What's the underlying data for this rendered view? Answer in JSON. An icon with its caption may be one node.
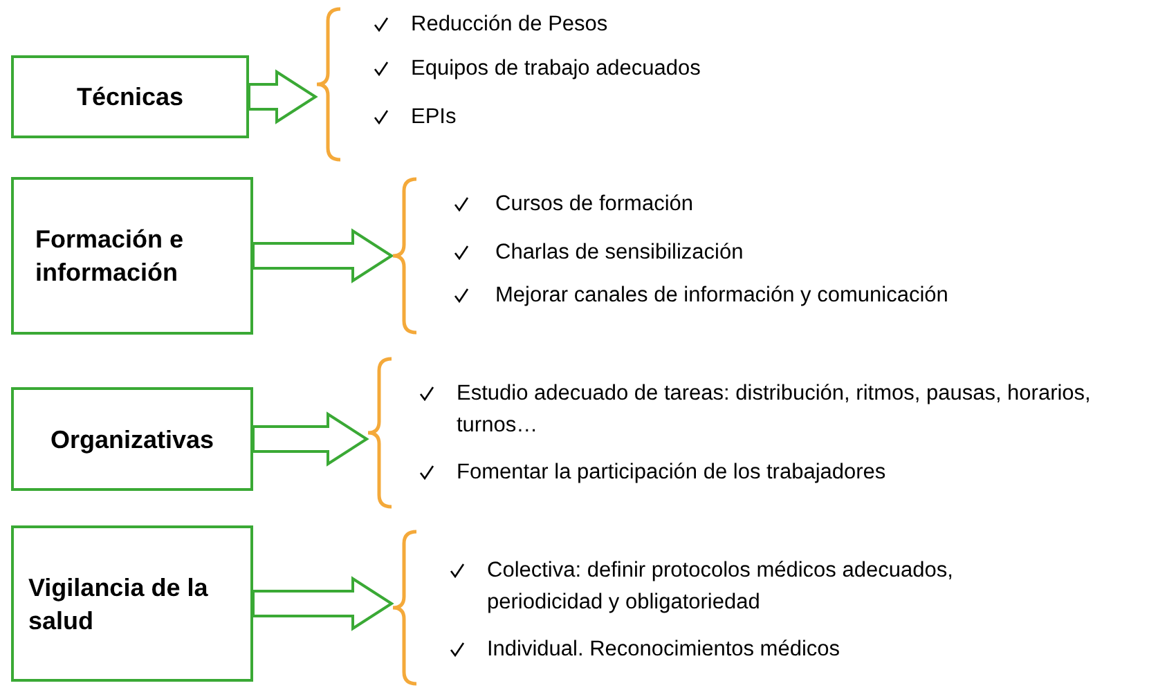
{
  "diagram": {
    "nodes": [
      {
        "text": [
          "Técnicas"
        ]
      },
      {
        "text": [
          "Reducción de Pesos",
          "Equipos de trabajo adecuados",
          "EPIs"
        ]
      },
      {
        "text": [
          "Formación e información"
        ]
      },
      {
        "text": [
          "Cursos de formación",
          "Charlas de sensibilización",
          "Mejorar canales de información y comunicación"
        ]
      },
      {
        "text": [
          "Organizativas"
        ]
      },
      {
        "text": [
          "Estudio adecuado de tareas: distribución, ritmos, pausas, horarios, turnos…",
          "Fomentar la participación de los trabajadores"
        ]
      },
      {
        "text": [
          "Vigilancia de la salud"
        ]
      },
      {
        "text": [
          "Colectiva: definir protocolos médicos adecuados, periodicidad y obligatoriedad",
          "Individual. Reconocimientos médicos"
        ]
      }
    ],
    "edges": [
      {
        "from": 0,
        "to": 1,
        "arrow": "to"
      },
      {
        "from": 2,
        "to": 3,
        "arrow": "to"
      },
      {
        "from": 4,
        "to": 5,
        "arrow": "to"
      },
      {
        "from": 6,
        "to": 7,
        "arrow": "to"
      }
    ]
  }
}
